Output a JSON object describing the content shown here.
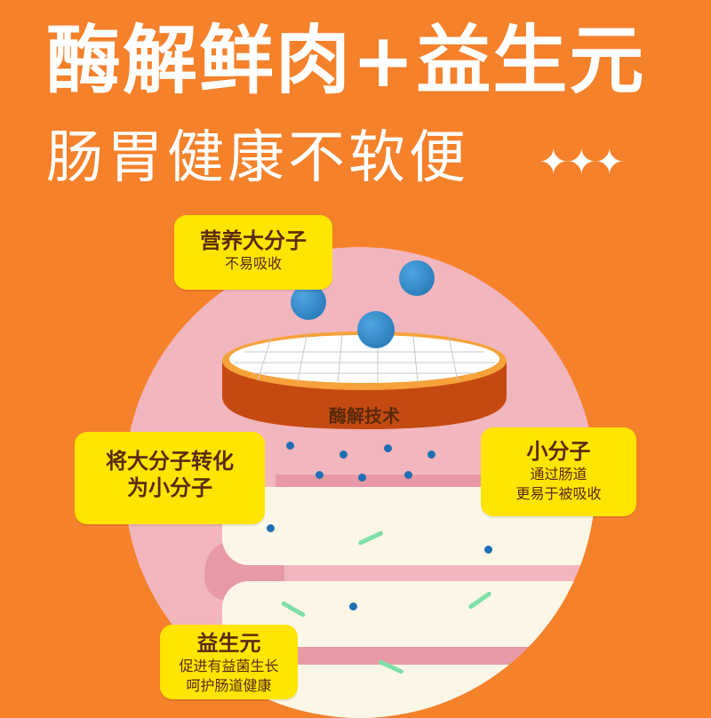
{
  "title": "酶解鲜肉+益生元",
  "subtitle": "肠胃健康不软便",
  "stars": "✦✦✦",
  "disc_label": "酶解技术",
  "bubbles": {
    "macro": {
      "heading": "营养大分子",
      "sub": "不易吸收"
    },
    "convert": {
      "line1": "将大分子转化",
      "line2": "为小分子"
    },
    "small": {
      "heading": "小分子",
      "sub1": "通过肠道",
      "sub2": "更易于被吸收"
    },
    "prebiotic": {
      "heading": "益生元",
      "sub1": "促进有益菌生长",
      "sub2": "呵护肠道健康"
    }
  },
  "colors": {
    "background": "#F5812B",
    "circle": "#F2B6BE",
    "bubble": "#FFE500",
    "text": "#5A2A0A"
  }
}
